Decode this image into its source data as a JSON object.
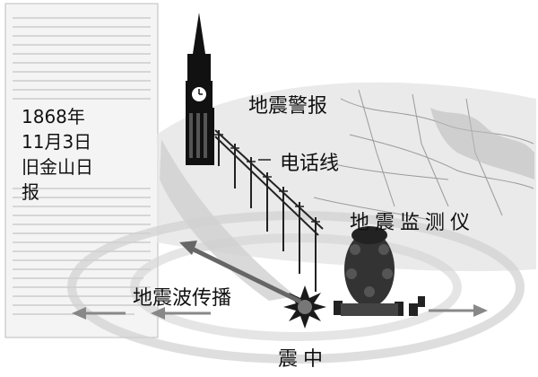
{
  "labels": {
    "newspaper": "1868年11月3日旧金山日报",
    "warning": "地震警报",
    "telegraph": "电话线",
    "instrument": "地震监测仪",
    "waves": "地震波传播",
    "epicenter": "震中"
  },
  "colors": {
    "ink": "#111111",
    "gray": "#8a8a8a",
    "light": "#d6d6d6",
    "paper": "#f2f2f2"
  }
}
